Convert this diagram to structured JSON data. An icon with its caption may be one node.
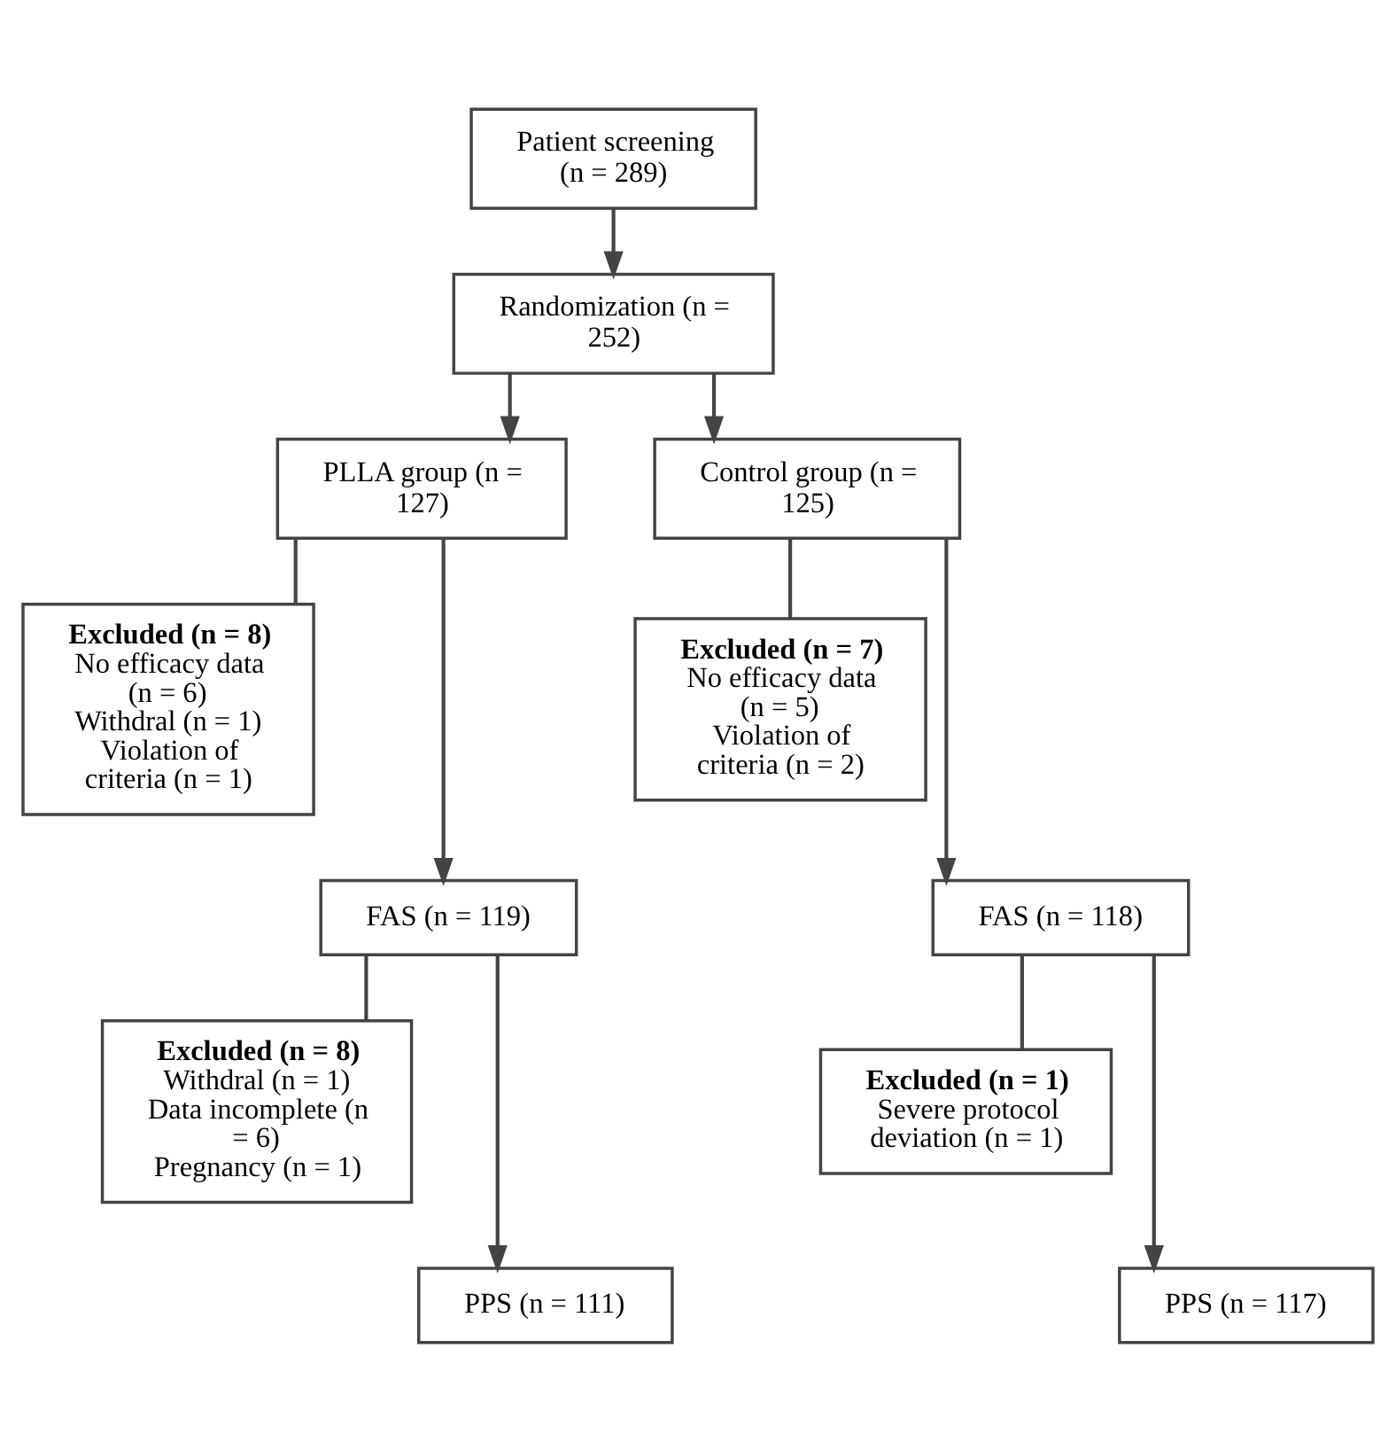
{
  "diagram": {
    "nodes": [
      {
        "text": [
          "Patient screening (n = 289)"
        ]
      },
      {
        "text": [
          "Randomization (n = 252)"
        ]
      },
      {
        "text": [
          "PLLA group (n = 127)"
        ]
      },
      {
        "text": [
          "Control group (n = 125)"
        ]
      },
      {
        "text": [
          "Excluded (n = 8)",
          "No efficacy data (n = 6)",
          "Withdral (n = 1)",
          "Violation of criteria (n = 1)"
        ]
      },
      {
        "text": [
          "Excluded (n = 7)",
          "No efficacy data (n = 5)",
          "Violation of criteria (n = 2)"
        ]
      },
      {
        "text": [
          "FAS (n = 119)"
        ]
      },
      {
        "text": [
          "FAS (n = 118)"
        ]
      },
      {
        "text": [
          "Excluded (n = 8)",
          "Withdral (n = 1)",
          "Data incomplete (n = 6)",
          "Pregnancy (n = 1)"
        ]
      },
      {
        "text": [
          "Excluded (n = 1)",
          "Severe protocol deviation (n = 1)"
        ]
      },
      {
        "text": [
          "PPS (n = 111)"
        ]
      },
      {
        "text": [
          "PPS (n = 117)"
        ]
      }
    ],
    "edges": [
      {
        "from": 0,
        "to": 1,
        "arrow": "to"
      },
      {
        "from": 1,
        "to": 2,
        "arrow": "to"
      },
      {
        "from": 1,
        "to": 3,
        "arrow": "to"
      },
      {
        "from": 2,
        "to": 6,
        "arrow": "to"
      },
      {
        "from": 2,
        "to": 4,
        "arrow": "none"
      },
      {
        "from": 3,
        "to": 7,
        "arrow": "to"
      },
      {
        "from": 3,
        "to": 5,
        "arrow": "none"
      },
      {
        "from": 6,
        "to": 10,
        "arrow": "to"
      },
      {
        "from": 6,
        "to": 8,
        "arrow": "none"
      },
      {
        "from": 7,
        "to": 11,
        "arrow": "to"
      },
      {
        "from": 7,
        "to": 9,
        "arrow": "none"
      }
    ]
  }
}
